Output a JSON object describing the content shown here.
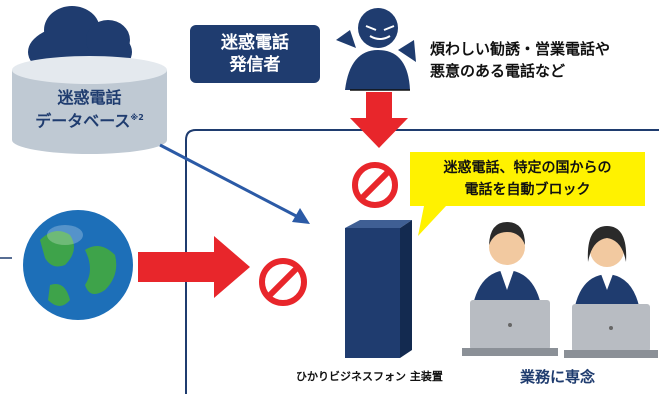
{
  "caller_box": {
    "line1": "迷惑電話",
    "line2": "発信者"
  },
  "caller_description": {
    "line1": "煩わしい勧誘・営業電話や",
    "line2": "悪意のある電話など"
  },
  "database": {
    "line1": "迷惑電話",
    "line2": "データベース",
    "note": "※2"
  },
  "callout": {
    "line1": "迷惑電話、特定の国からの",
    "line2": "電話を自動ブロック"
  },
  "device_label": "ひかりビジネスフォン 主装置",
  "office_label": "業務に専念",
  "colors": {
    "navy": "#1f3c6f",
    "red": "#e8262b",
    "yellow": "#fff200",
    "blue": "#2b5aa6"
  }
}
